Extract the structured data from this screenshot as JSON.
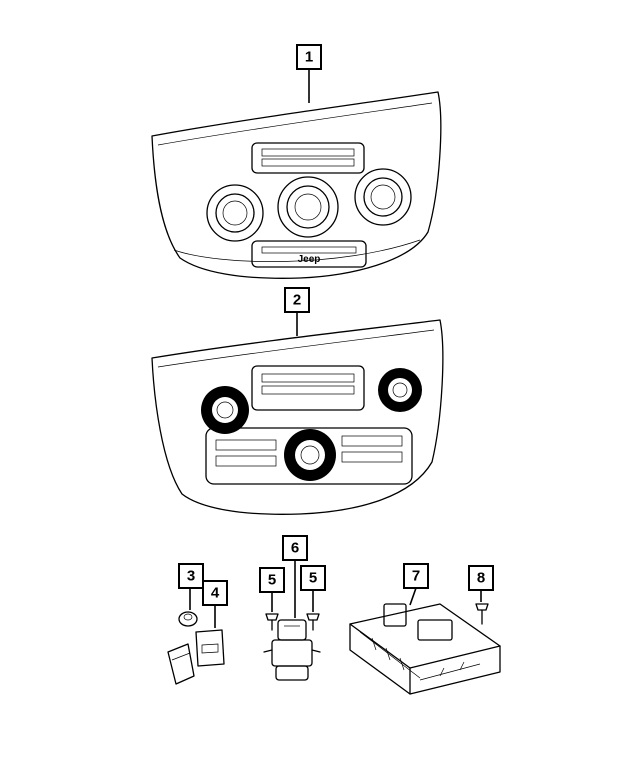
{
  "callouts": [
    {
      "label": "1"
    },
    {
      "label": "2"
    },
    {
      "label": "3"
    },
    {
      "label": "4"
    },
    {
      "label": "5"
    },
    {
      "label": "5"
    },
    {
      "label": "6"
    },
    {
      "label": "7"
    },
    {
      "label": "8"
    }
  ],
  "bezel_logo": "Jeep"
}
